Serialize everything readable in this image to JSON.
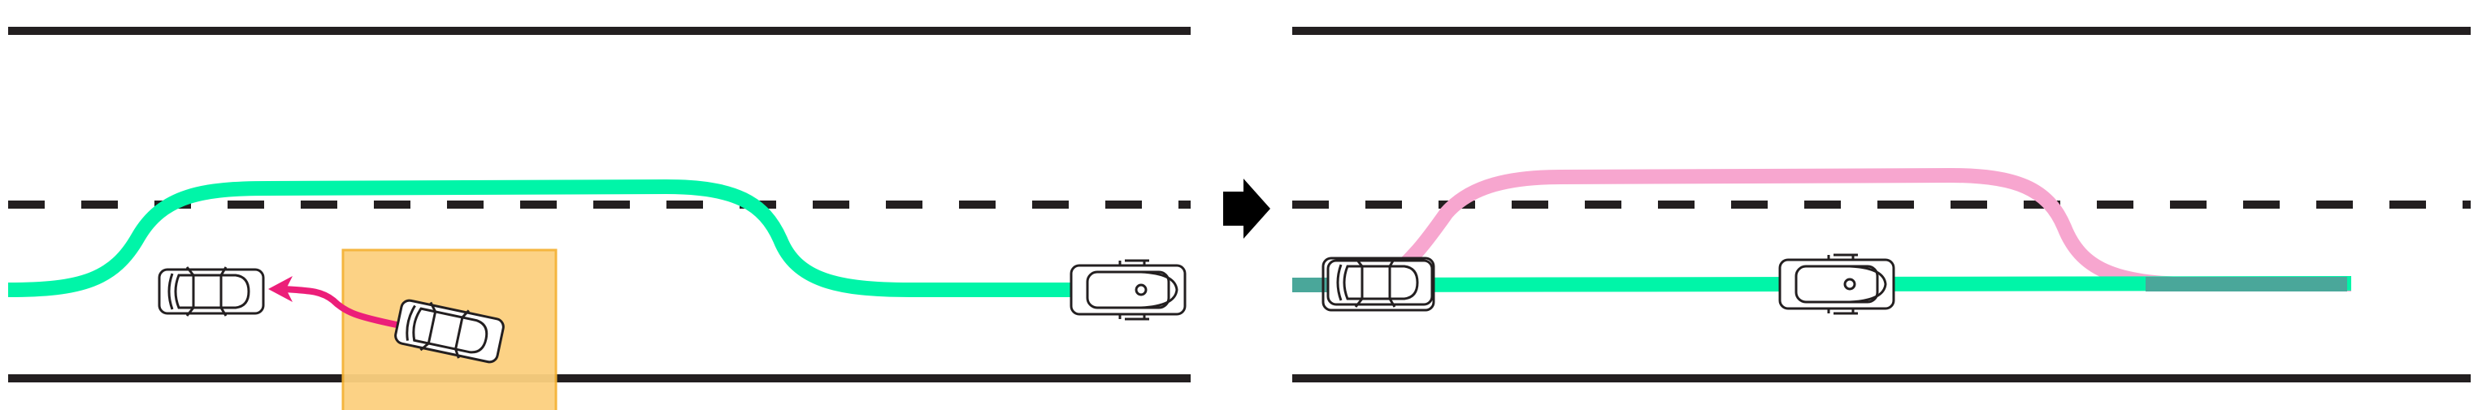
{
  "colors": {
    "background": "#ffffff",
    "lane_line": "#231f20",
    "planned_path": "#00f5a8",
    "previous_path": "#f7a6cf",
    "path_overlap": "#4aa79a",
    "cut_in_arrow": "#ec1e79",
    "risk_zone_fill": "#fcd07f",
    "risk_zone_border": "#f5b335",
    "transition_arrow": "#000000"
  },
  "panels": [
    {
      "id": "before",
      "elements": [
        "ego-vehicle",
        "lead-vehicle",
        "merging-vehicle",
        "risk-zone",
        "planned-path"
      ]
    },
    {
      "id": "after",
      "elements": [
        "ego-vehicle",
        "lead-vehicle",
        "previous-path",
        "replanned-path"
      ]
    }
  ],
  "icons": {
    "transition": "right-arrow-icon",
    "vehicle": "car-icon"
  }
}
